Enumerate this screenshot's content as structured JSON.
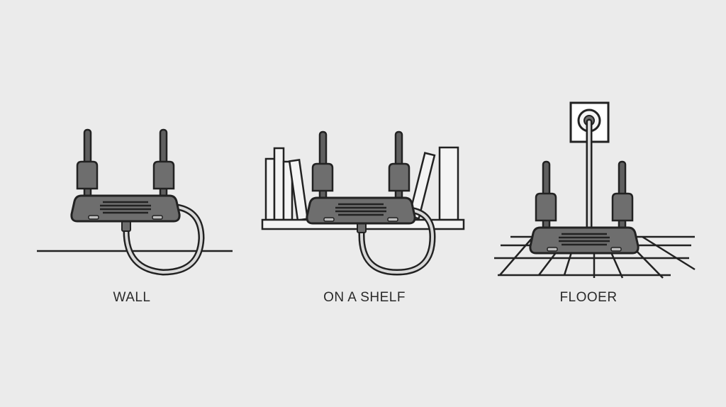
{
  "panels": [
    {
      "id": "wall",
      "label": "WALL"
    },
    {
      "id": "shelf",
      "label": "ON A SHELF"
    },
    {
      "id": "floor",
      "label": "FLOOER"
    }
  ],
  "colors": {
    "background": "#ebebeb",
    "outline": "#222222",
    "router_body": "#6e6e6e",
    "antenna": "#5f5f5f",
    "cable": "#d9d9d9",
    "book": "#f4f4f4"
  },
  "icons": [
    "router-icon",
    "cable-icon",
    "power-outlet-icon",
    "books-icon",
    "floor-grid-icon"
  ]
}
